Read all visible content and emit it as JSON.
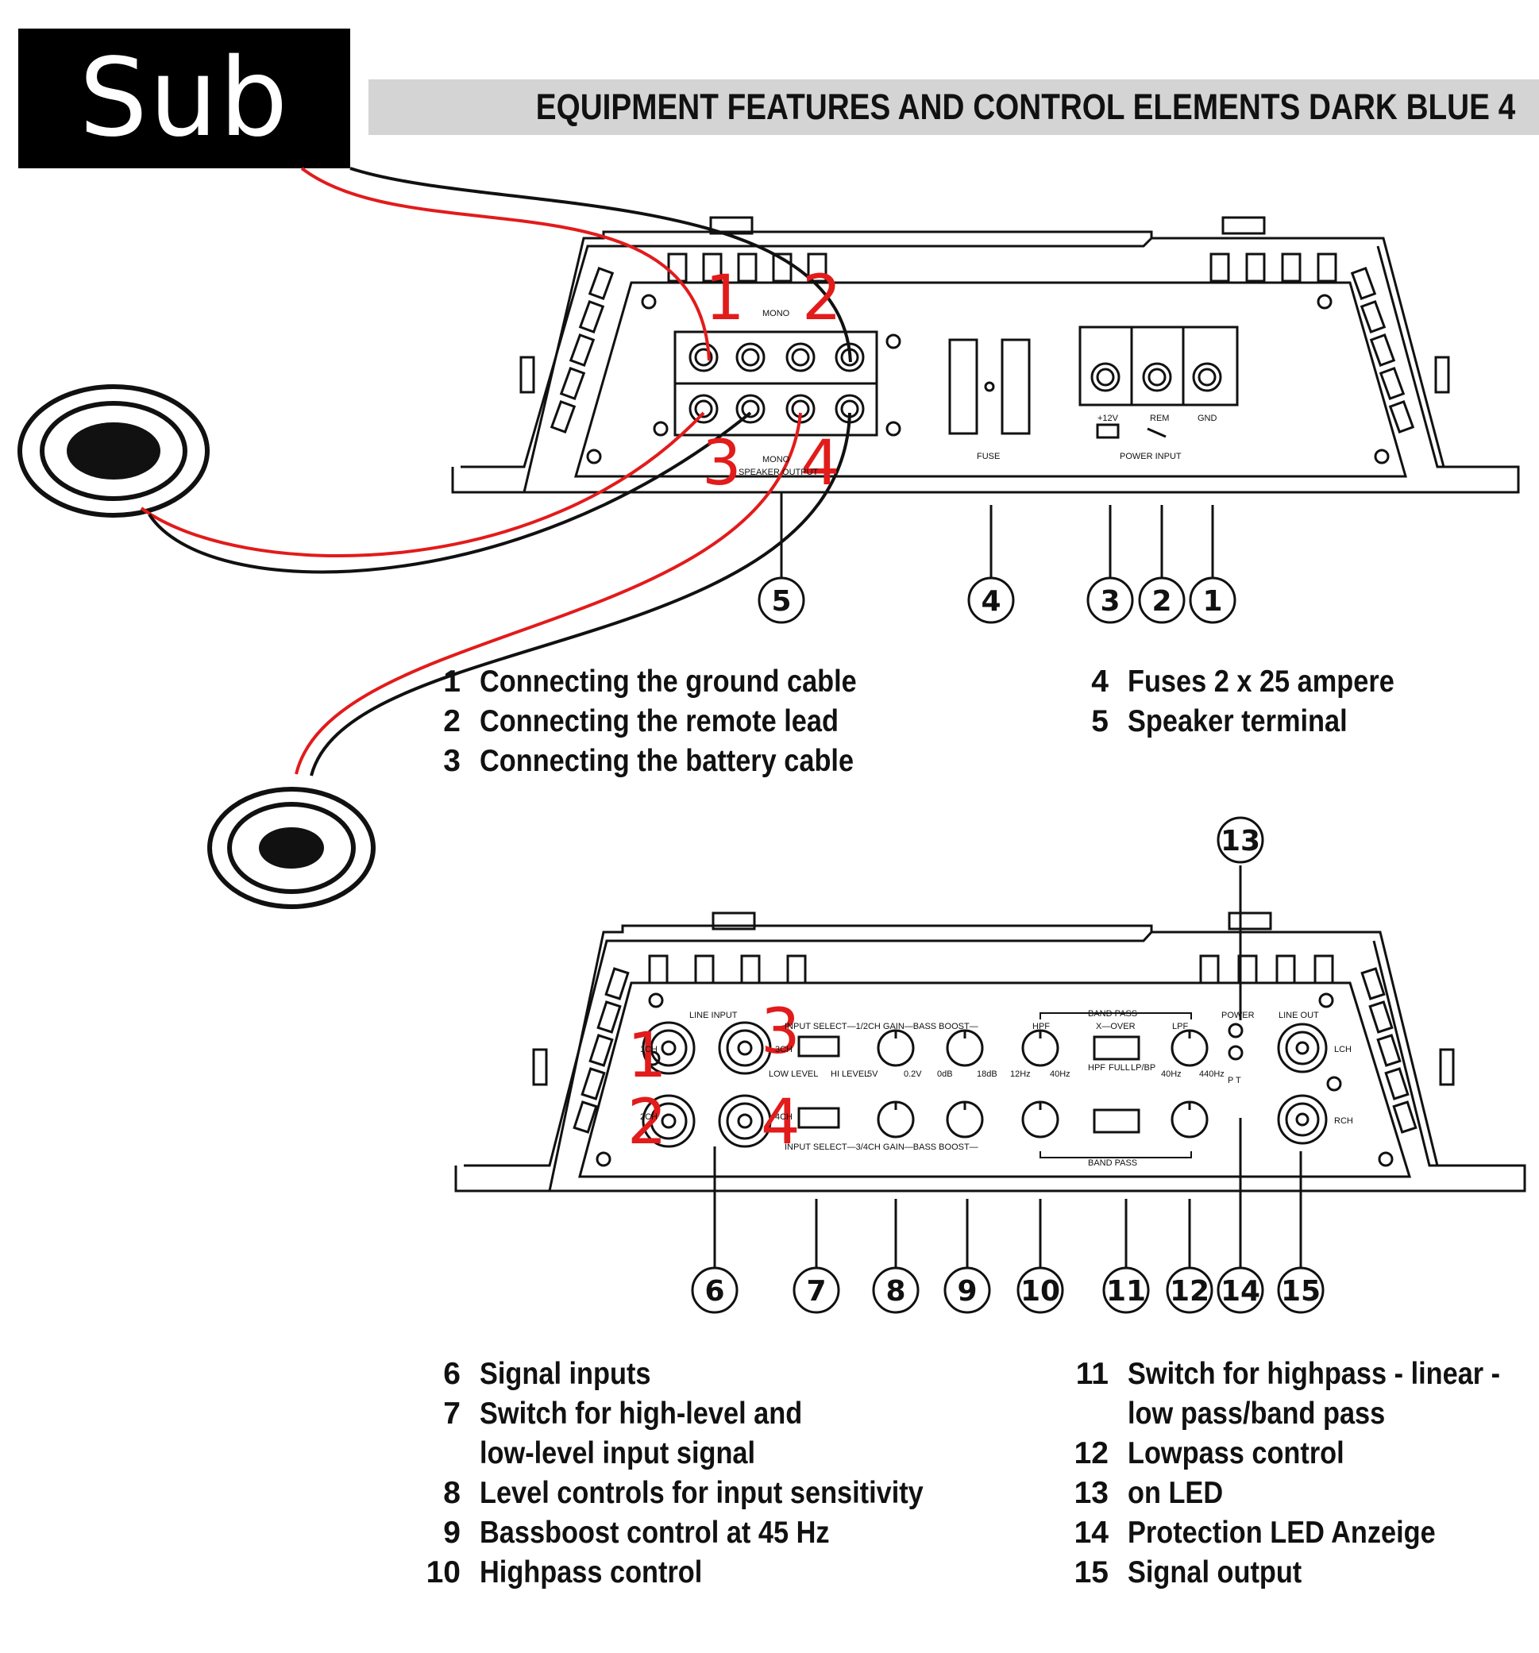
{
  "header": {
    "badge": "Sub",
    "title": "EQUIPMENT FEATURES AND CONTROL ELEMENTS DARK BLUE 4"
  },
  "top_panel": {
    "red_markers": [
      "1",
      "2",
      "3",
      "4"
    ],
    "labels": {
      "mono_top": "MONO",
      "mono_bottom": "MONO",
      "speaker_output": "SPEAKER OUTPUT",
      "fuse": "FUSE",
      "power_input": "POWER INPUT",
      "plus12v": "+12V",
      "rem": "REM",
      "gnd": "GND"
    },
    "callouts": [
      "5",
      "4",
      "3",
      "2",
      "1"
    ]
  },
  "legend_top_left": [
    {
      "num": "1",
      "text": "Connecting the ground cable"
    },
    {
      "num": "2",
      "text": "Connecting the remote lead"
    },
    {
      "num": "3",
      "text": "Connecting the battery cable"
    }
  ],
  "legend_top_right": [
    {
      "num": "4",
      "text": "Fuses 2 x 25 ampere"
    },
    {
      "num": "5",
      "text": "Speaker terminal"
    }
  ],
  "bottom_panel": {
    "red_markers": [
      "1",
      "2",
      "3",
      "4"
    ],
    "labels": {
      "line_input": "LINE INPUT",
      "input_select_top": "INPUT SELECT—1/2CH GAIN—BASS BOOST—",
      "band_pass_top": "BAND PASS",
      "hpf": "HPF",
      "xover": "X—OVER",
      "lpf": "LPF",
      "power": "POWER",
      "pt": "P T",
      "line_out": "LINE OUT",
      "lch": "LCH",
      "rch": "RCH",
      "ch1": "1CH",
      "ch2": "2CH",
      "ch3": "3CH",
      "ch4": "4CH",
      "low_level": "LOW LEVEL",
      "hi_level": "HI LEVEL",
      "input_select_bottom": "INPUT SELECT—3/4CH GAIN—BASS BOOST—",
      "band_pass_bottom": "BAND PASS",
      "v5": "5V",
      "v02": "0.2V",
      "db0": "0dB",
      "db18": "18dB",
      "hz12": "12Hz",
      "hz40": "40Hz",
      "hz40b": "40Hz",
      "hz440": "440Hz",
      "hpf_s": "HPF",
      "full": "FULL",
      "lpbp": "LP/BP"
    },
    "callout_top": "13",
    "callouts": [
      "6",
      "7",
      "8",
      "9",
      "10",
      "11",
      "12",
      "14",
      "15"
    ]
  },
  "legend_bottom_left": [
    {
      "num": "6",
      "text": "Signal inputs"
    },
    {
      "num": "7",
      "text": "Switch for high-level and"
    },
    {
      "num": "",
      "text": "low-level input signal"
    },
    {
      "num": "8",
      "text": "Level controls for input sensitivity"
    },
    {
      "num": "9",
      "text": "Bassboost control at 45 Hz"
    },
    {
      "num": "10",
      "text": "Highpass control"
    }
  ],
  "legend_bottom_right": [
    {
      "num": "11",
      "text": "Switch for highpass - linear  -"
    },
    {
      "num": "",
      "text": "low pass/band pass"
    },
    {
      "num": "12",
      "text": "Lowpass control"
    },
    {
      "num": "13",
      "text": "on LED"
    },
    {
      "num": "14",
      "text": "Protection LED Anzeige"
    },
    {
      "num": "15",
      "text": "Signal output"
    }
  ]
}
